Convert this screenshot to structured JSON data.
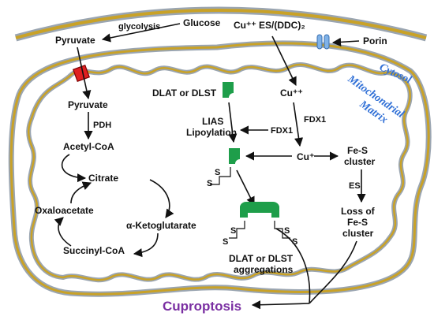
{
  "labels": {
    "glycolysis": "glycolysis",
    "glucose": "Glucose",
    "pyruvate_top": "Pyruvate",
    "cu_es_ddc": "Cu⁺⁺ ES/(DDC)₂",
    "porin": "Porin",
    "cytosol": "Cytosol",
    "mitochondrial": "Mitochondrial",
    "matrix": "Matrix",
    "pyruvate_matrix": "Pyruvate",
    "pdh": "PDH",
    "acetyl_coa": "Acetyl-CoA",
    "citrate": "Citrate",
    "oxaloacetate": "Oxaloacetate",
    "alpha_ketoglutarate": "α-Ketoglutarate",
    "succinyl_coa": "Succinyl-CoA",
    "dlat_dlst_top": "DLAT or DLST",
    "lias": "LIAS",
    "lipoylation": "Lipoylation",
    "fdx1_left": "FDX1",
    "fdx1_right": "FDX1",
    "cu_pp": "Cu⁺⁺",
    "cu_p": "Cu⁺",
    "fes_line1": "Fe-S",
    "fes_line2": "cluster",
    "es": "ES",
    "loss_line1": "Loss of",
    "loss_line2": "Fe-S",
    "loss_line3": "cluster",
    "s1": "S",
    "s2": "S",
    "cu_in_complex": "Cu⁺",
    "agg_s1": "S",
    "agg_s2": "S",
    "agg_s3": "S",
    "agg_s4": "S",
    "dlat_agg_line1": "DLAT or DLST",
    "dlat_agg_line2": "aggregations",
    "cuproptosis": "Cuproptosis"
  },
  "colors": {
    "membrane_outer": "#c9a227",
    "membrane_gray": "#9aa5b1",
    "arrow": "#111111",
    "protein_green": "#1e9e4a",
    "transporter_red": "#e02020",
    "porin_blue": "#7fb2e8",
    "cuproptosis_purple": "#7a2fa2",
    "label_blue": "#2f6fd6"
  },
  "icons": {
    "transporter": "red-transporter-icon",
    "porin": "porin-channel-icon",
    "protein": "green-protein-icon",
    "aggregate": "protein-aggregate-icon"
  }
}
